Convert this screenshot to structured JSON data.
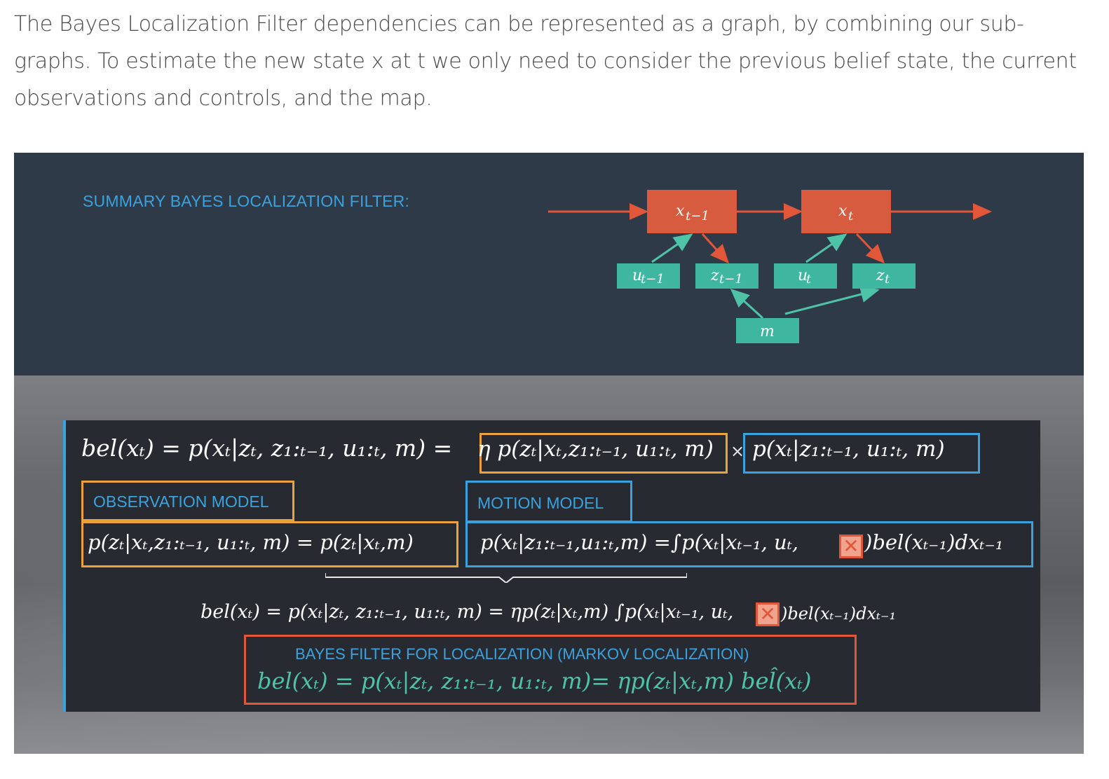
{
  "intro_text": "The Bayes Localization Filter dependencies can be represented as a graph, by combining our sub-graphs. To estimate the new state x at t we only need to consider the previous belief state, the current observations and controls, and the map.",
  "slide": {
    "summary_title": "SUMMARY BAYES LOCALIZATION FILTER:",
    "graph_nodes": {
      "x_prev": "x",
      "x_prev_sub": "t−1",
      "x_cur": "x",
      "x_cur_sub": "t",
      "u_prev": "u",
      "u_prev_sub": "t−1",
      "z_prev": "z",
      "z_prev_sub": "t−1",
      "u_cur": "u",
      "u_cur_sub": "t",
      "z_cur": "z",
      "z_cur_sub": "t",
      "map": "m"
    },
    "colors": {
      "state_node": "#d65b3f",
      "input_node": "#3fb7a0",
      "arrow_red": "#e2573a",
      "arrow_teal": "#4fc3a8",
      "accent_blue": "#3aa3df",
      "accent_orange": "#eda13a"
    },
    "main_equation": {
      "lhs": "bel(xₜ) = p(xₜ|zₜ, z₁:ₜ₋₁, u₁:ₜ, m) =",
      "observation_term": "η p(zₜ|xₜ,z₁:ₜ₋₁, u₁:ₜ, m)",
      "times": "×",
      "motion_term": "p(xₜ|z₁:ₜ₋₁, u₁:ₜ, m)"
    },
    "observation_model": {
      "label": "OBSERVATION MODEL",
      "equation": "p(zₜ|xₜ,z₁:ₜ₋₁, u₁:ₜ, m) = p(zₜ|xₜ,m)"
    },
    "motion_model": {
      "label": "MOTION MODEL",
      "equation_left": "p(xₜ|z₁:ₜ₋₁,u₁:ₜ,m) =∫p(xₜ|xₜ₋₁, uₜ,",
      "equation_right": ")bel(xₜ₋₁)dxₜ₋₁"
    },
    "combined_equation": {
      "left": "bel(xₜ) = p(xₜ|zₜ, z₁:ₜ₋₁, u₁:ₜ, m) = ηp(zₜ|xₜ,m) ∫p(xₜ|xₜ₋₁, uₜ,",
      "right": ")bel(xₜ₋₁)dxₜ₋₁"
    },
    "bayes_filter": {
      "label": "BAYES FILTER FOR LOCALIZATION (MARKOV LOCALIZATION)",
      "equation": "bel(xₜ) = p(xₜ|zₜ, z₁:ₜ₋₁, u₁:ₜ, m)= ηp(zₜ|xₜ,m) bel̂(xₜ)"
    },
    "crossed_term_glyph": "✕"
  }
}
